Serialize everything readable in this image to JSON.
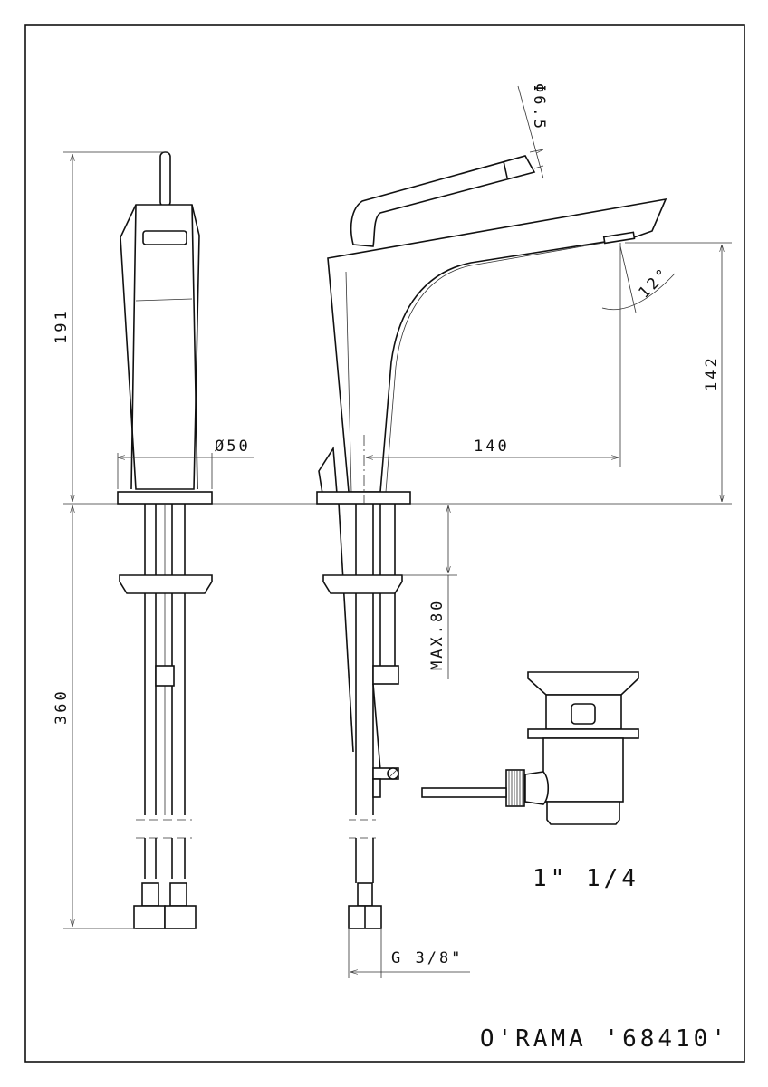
{
  "drawing": {
    "title": "O'RAMA '68410'",
    "dimensions": {
      "height_total": "191",
      "base_diameter": "Ø50",
      "below_counter": "360",
      "spout_reach": "140",
      "spout_height": "142",
      "spout_angle": "12°",
      "lever_diameter": "Φ6.5",
      "max_thickness": "MAX.80",
      "hose_thread": "G 3/8\"",
      "waste_size": "1\" 1/4"
    }
  }
}
